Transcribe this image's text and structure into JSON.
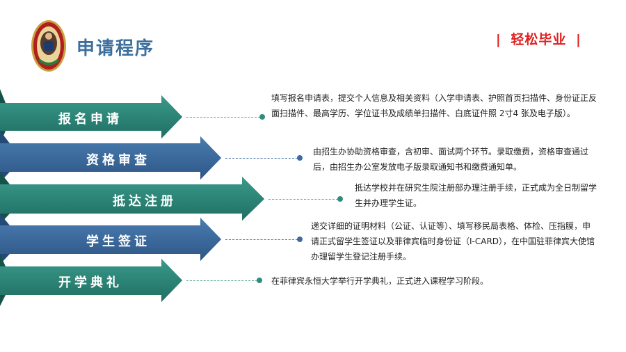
{
  "header": {
    "title": "申请程序",
    "tagline": "轻松毕业",
    "tagline_bar": "|"
  },
  "colors": {
    "green": "#2b8577",
    "blue": "#3d6b9e",
    "accent_red": "#e02020",
    "title_blue": "#3d6f9e"
  },
  "steps": [
    {
      "label": "报名申请",
      "desc": "填写报名申请表，提交个人信息及相关资料（入学申请表、护照首页扫描件、身份证正反面扫描件、最高学历、学位证书及成绩单扫描件、白底证件照 2寸4 张及电子版）。"
    },
    {
      "label": "资格审查",
      "desc": "由招生办协助资格审查，含初审、面试两个环节。录取缴费，资格审查通过后，由招生办公室发放电子版录取通知书和缴费通知单。"
    },
    {
      "label": "抵达注册",
      "desc": "抵达学校并在研究生院注册部办理注册手续，正式成为全日制留学生并办理学生证。"
    },
    {
      "label": "学生签证",
      "desc": "递交详细的证明材料（公证、认证等）、填写移民局表格、体检、压指膜，申请正式留学生签证以及菲律宾临时身份证（I-CARD），在中国驻菲律宾大使馆办理留学生登记注册手续。"
    },
    {
      "label": "开学典礼",
      "desc": "在菲律宾永恒大学举行开学典礼，正式进入课程学习阶段。"
    }
  ]
}
